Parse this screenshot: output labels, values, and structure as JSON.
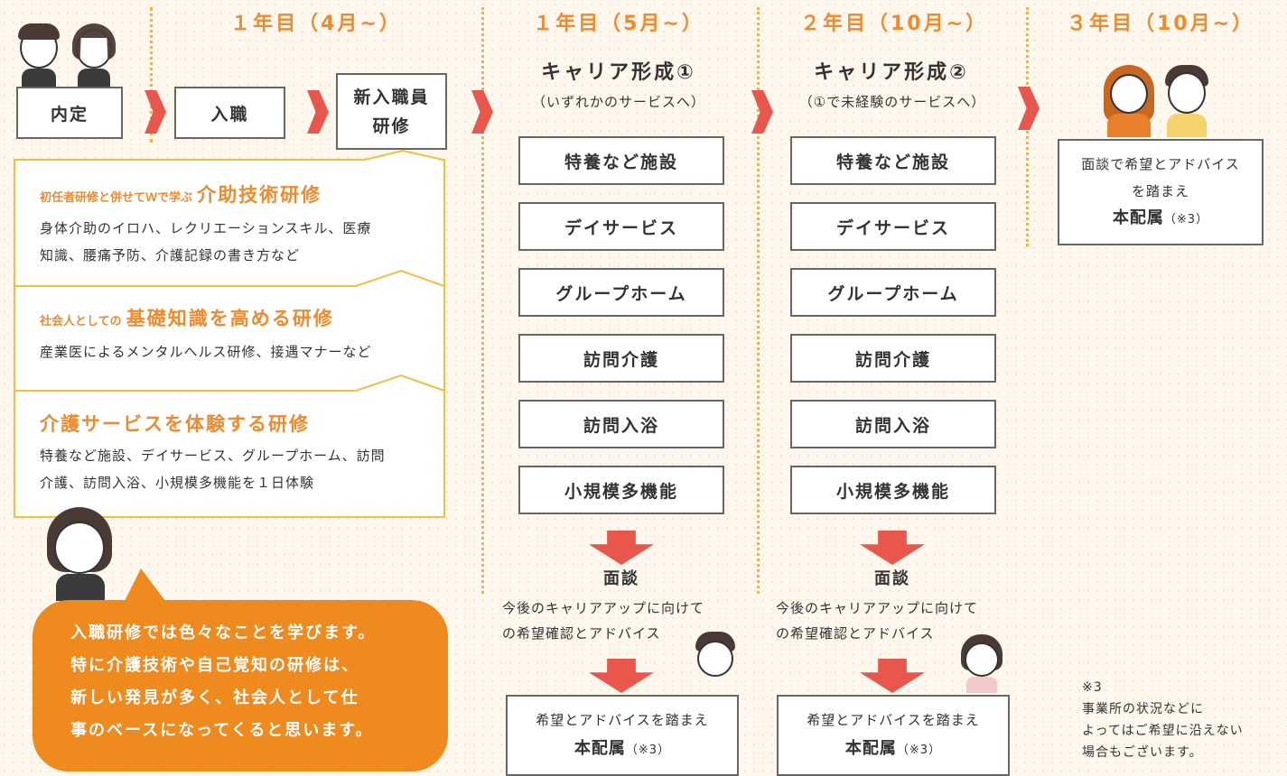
{
  "columns": [
    {
      "header": "１年目（4月~）"
    },
    {
      "header": "１年目（5月~）"
    },
    {
      "header": "２年目（10月~）"
    },
    {
      "header": "３年目（10月~）"
    }
  ],
  "flow": {
    "offer": "内定",
    "join": "入職",
    "training": [
      "新入職員",
      "研修"
    ]
  },
  "panels": [
    {
      "small": "初任者研修と併せてＷで学ぶ",
      "title": "介助技術研修",
      "body": [
        "身体介助のイロハ、レクリエーションスキル、医療",
        "知識、腰痛予防、介護記録の書き方など"
      ]
    },
    {
      "small": "社会人としての",
      "title": "基礎知識を高める研修",
      "body": [
        "産業医によるメンタルヘルス研修、接遇マナーなど"
      ]
    },
    {
      "small": "",
      "title": "介護サービスを体験する研修",
      "body": [
        "特養など施設、デイサービス、グループホーム、訪問",
        "介護、訪問入浴、小規模多機能を１日体験"
      ]
    }
  ],
  "career1": {
    "title": "キャリア形成①",
    "note": "（いずれかのサービスへ）"
  },
  "career2": {
    "title": "キャリア形成②",
    "note": "（①で未経験のサービスへ）"
  },
  "services": [
    "特養など施設",
    "デイサービス",
    "グループホーム",
    "訪問介護",
    "訪問入浴",
    "小規模多機能"
  ],
  "interview": {
    "label": "面談",
    "desc": [
      "今後のキャリアアップに向けて",
      "の希望確認とアドバイス"
    ]
  },
  "result": {
    "line1": "希望とアドバイスを踏まえ",
    "main": "本配属",
    "mark": "（※3）"
  },
  "year3": {
    "line1": "面談で希望とアドバイス",
    "line2": "を踏まえ",
    "main": "本配属",
    "mark": "（※3）"
  },
  "speech": [
    "入職研修では色々なことを学びます。",
    "特に介護技術や自己覚知の研修は、",
    "新しい発見が多く、社会人として仕",
    "事のベースになってくると思います。"
  ],
  "footnote": [
    "※3",
    "事業所の状況などに",
    "よってはご希望に沿えない",
    "場合もございます。"
  ],
  "colors": {
    "accent": "#ef8a2d",
    "arrow": "#e8564c",
    "dots": "#f2b43a",
    "panel_border": "#f0c043",
    "bubble": "#ef8a1f"
  }
}
